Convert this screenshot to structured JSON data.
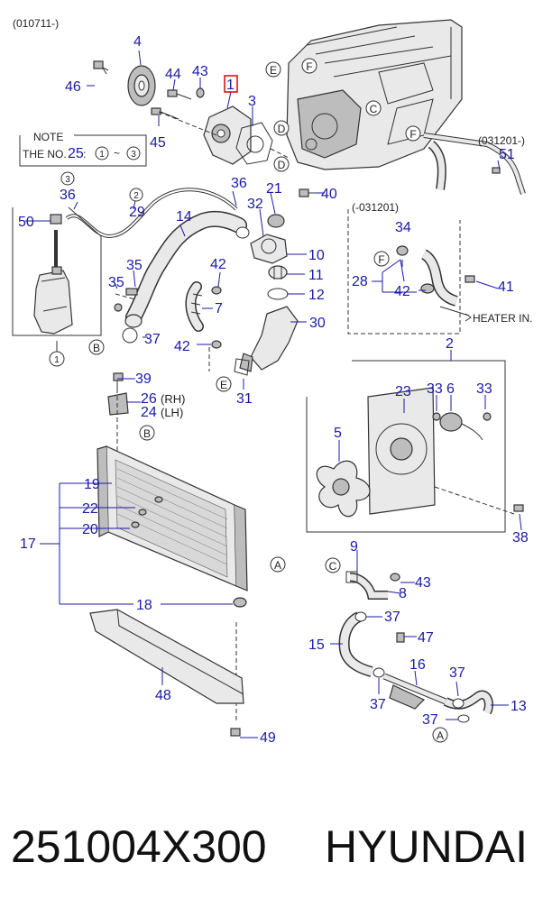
{
  "top_code": "(010711-)",
  "note": {
    "title": "NOTE",
    "prefix": "THE NO.",
    "number": "25",
    "sep": ":",
    "from": "1",
    "tilde": "~",
    "to": "3"
  },
  "ranges": {
    "left_box": "(-031201)",
    "right_fig": "(031201-)"
  },
  "heater_label": "HEATER IN.",
  "circled": {
    "c1": "1",
    "c2": "2",
    "c3": "3",
    "A": "A",
    "B": "B",
    "C": "C",
    "D": "D",
    "E": "E",
    "F": "F"
  },
  "suffix": {
    "rh": "(RH)",
    "lh": "(LH)"
  },
  "parts": {
    "p1": "1",
    "p2": "2",
    "p3": "3",
    "p4": "4",
    "p5": "5",
    "p6": "6",
    "p7": "7",
    "p8": "8",
    "p9": "9",
    "p10": "10",
    "p11": "11",
    "p12": "12",
    "p13": "13",
    "p14": "14",
    "p15": "15",
    "p16": "16",
    "p17": "17",
    "p18": "18",
    "p19": "19",
    "p20": "20",
    "p21": "21",
    "p22": "22",
    "p23": "23",
    "p24": "24",
    "p26": "26",
    "p28": "28",
    "p29": "29",
    "p30": "30",
    "p31": "31",
    "p32": "32",
    "p33a": "33",
    "p33b": "33",
    "p34": "34",
    "p35a": "35",
    "p35b": "35",
    "p36a": "36",
    "p36b": "36",
    "p37a": "37",
    "p37b": "37",
    "p37c": "37",
    "p37d": "37",
    "p37e": "37",
    "p38": "38",
    "p39": "39",
    "p40": "40",
    "p41": "41",
    "p42a": "42",
    "p42b": "42",
    "p42c": "42",
    "p43a": "43",
    "p43b": "43",
    "p44": "44",
    "p45": "45",
    "p46": "46",
    "p47": "47",
    "p48": "48",
    "p49": "49",
    "p50": "50",
    "p51": "51"
  },
  "footer": {
    "part_number": "251004X300",
    "brand": "HYUNDAI"
  },
  "colors": {
    "label": "#1a1aa6",
    "highlight": "#e00000"
  }
}
